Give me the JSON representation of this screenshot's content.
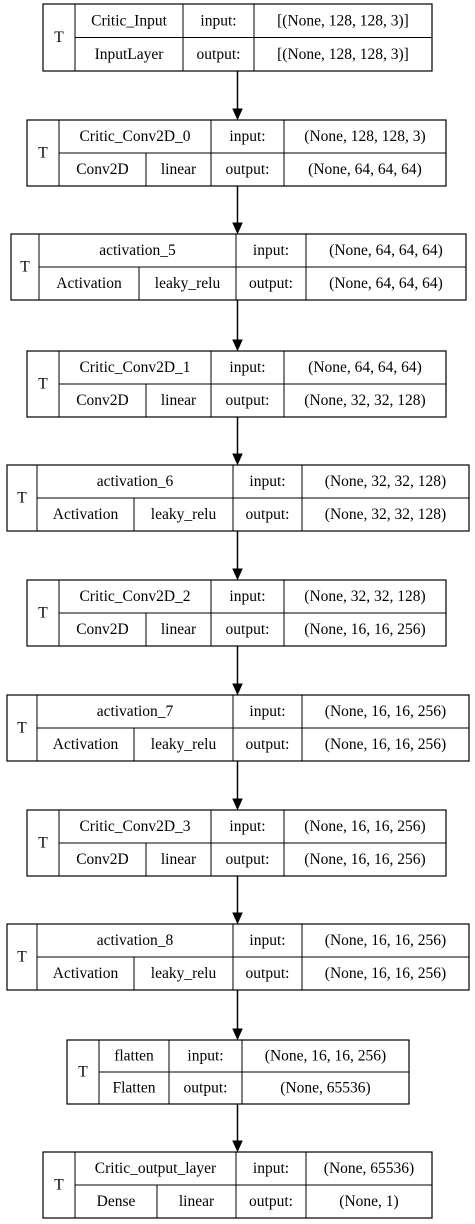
{
  "layers": [
    {
      "badge": "T",
      "name": "Critic_Input",
      "type": "InputLayer",
      "activation": "",
      "input_label": "input:",
      "output_label": "output:",
      "input_shape": "[(None, 128, 128, 3)]",
      "output_shape": "[(None, 128, 128, 3)]"
    },
    {
      "badge": "T",
      "name": "Critic_Conv2D_0",
      "type": "Conv2D",
      "activation": "linear",
      "input_label": "input:",
      "output_label": "output:",
      "input_shape": "(None, 128, 128, 3)",
      "output_shape": "(None, 64, 64, 64)"
    },
    {
      "badge": "T",
      "name": "activation_5",
      "type": "Activation",
      "activation": "leaky_relu",
      "input_label": "input:",
      "output_label": "output:",
      "input_shape": "(None, 64, 64, 64)",
      "output_shape": "(None, 64, 64, 64)"
    },
    {
      "badge": "T",
      "name": "Critic_Conv2D_1",
      "type": "Conv2D",
      "activation": "linear",
      "input_label": "input:",
      "output_label": "output:",
      "input_shape": "(None, 64, 64, 64)",
      "output_shape": "(None, 32, 32, 128)"
    },
    {
      "badge": "T",
      "name": "activation_6",
      "type": "Activation",
      "activation": "leaky_relu",
      "input_label": "input:",
      "output_label": "output:",
      "input_shape": "(None, 32, 32, 128)",
      "output_shape": "(None, 32, 32, 128)"
    },
    {
      "badge": "T",
      "name": "Critic_Conv2D_2",
      "type": "Conv2D",
      "activation": "linear",
      "input_label": "input:",
      "output_label": "output:",
      "input_shape": "(None, 32, 32, 128)",
      "output_shape": "(None, 16, 16, 256)"
    },
    {
      "badge": "T",
      "name": "activation_7",
      "type": "Activation",
      "activation": "leaky_relu",
      "input_label": "input:",
      "output_label": "output:",
      "input_shape": "(None, 16, 16, 256)",
      "output_shape": "(None, 16, 16, 256)"
    },
    {
      "badge": "T",
      "name": "Critic_Conv2D_3",
      "type": "Conv2D",
      "activation": "linear",
      "input_label": "input:",
      "output_label": "output:",
      "input_shape": "(None, 16, 16, 256)",
      "output_shape": "(None, 16, 16, 256)"
    },
    {
      "badge": "T",
      "name": "activation_8",
      "type": "Activation",
      "activation": "leaky_relu",
      "input_label": "input:",
      "output_label": "output:",
      "input_shape": "(None, 16, 16, 256)",
      "output_shape": "(None, 16, 16, 256)"
    },
    {
      "badge": "T",
      "name": "flatten",
      "type": "Flatten",
      "activation": "",
      "input_label": "input:",
      "output_label": "output:",
      "input_shape": "(None, 16, 16, 256)",
      "output_shape": "(None, 65536)"
    },
    {
      "badge": "T",
      "name": "Critic_output_layer",
      "type": "Dense",
      "activation": "linear",
      "input_label": "input:",
      "output_label": "output:",
      "input_shape": "(None, 65536)",
      "output_shape": "(None, 1)"
    }
  ]
}
